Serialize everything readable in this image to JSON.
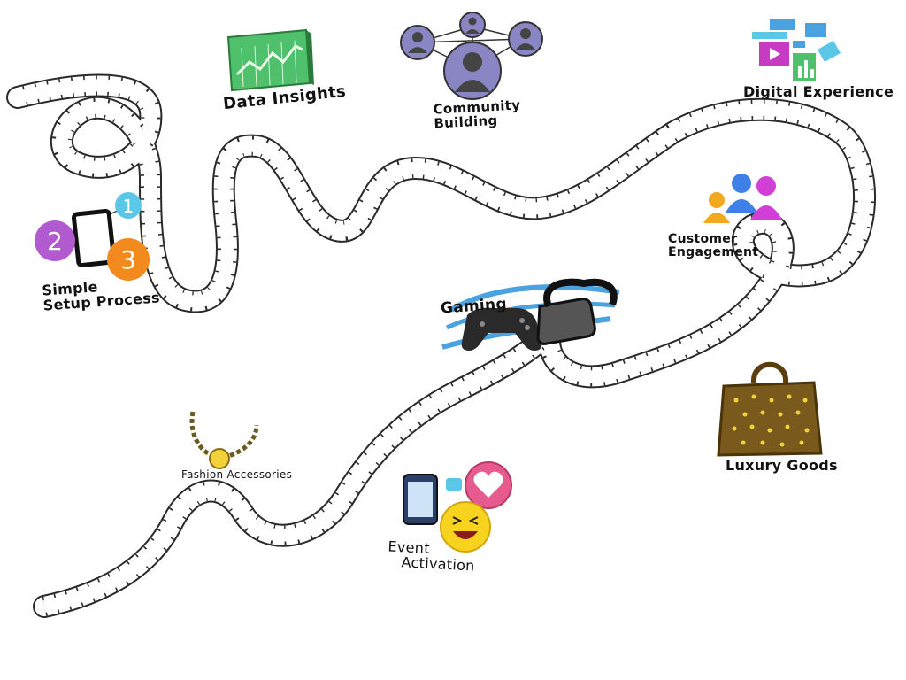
{
  "labels": {
    "data_insights": "Data Insights",
    "community_1": "Community",
    "community_2": "Building",
    "digital_experience": "Digital Experience",
    "customer_1": "Customer",
    "customer_2": "Engagement",
    "simple_1": "Simple",
    "simple_2": "Setup Process",
    "gaming": "Gaming",
    "fashion": "Fashion Accessories",
    "event_1": "Event",
    "event_2": "Activation",
    "luxury": "Luxury Goods"
  },
  "steps": [
    "1",
    "2",
    "3"
  ],
  "colors": {
    "track": "#2a2a2a",
    "step1": "#5bc7e6",
    "step2": "#b25ad0",
    "step3": "#f28a1e",
    "chart_green": "#4fc06c",
    "people_purple": "#8a86c4",
    "bag_brown": "#7a5a1c",
    "bag_gold": "#f2d13a",
    "heart_pink": "#e75a8d",
    "emoji_yellow": "#f7d21e",
    "motion_blue": "#4aa3e0"
  }
}
